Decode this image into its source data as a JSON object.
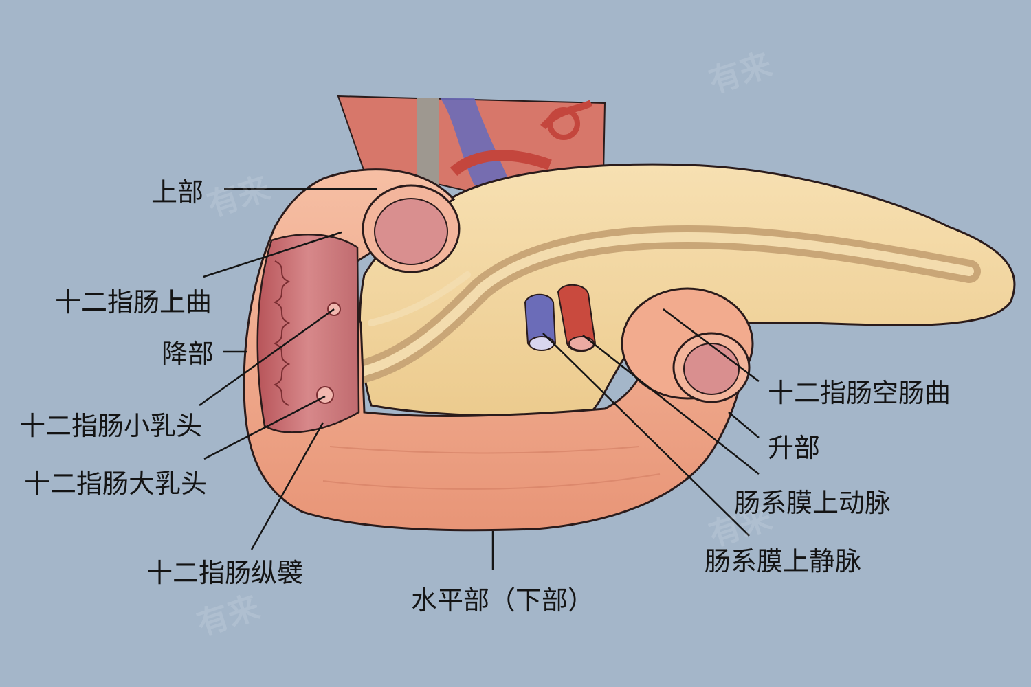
{
  "watermark": "有来",
  "labels": {
    "superior_part": "上部",
    "superior_flexure": "十二指肠上曲",
    "descending_part": "降部",
    "minor_papilla": "十二指肠小乳头",
    "major_papilla": "十二指肠大乳头",
    "longitudinal_fold": "十二指肠纵襞",
    "horizontal_part": "水平部（下部）",
    "duodenojejunal_flexure": "十二指肠空肠曲",
    "ascending_part": "升部",
    "sma": "肠系膜上动脉",
    "smv": "肠系膜上静脉"
  },
  "colors": {
    "background": "#a4b6c9",
    "duodenum": "#f2ab8e",
    "pancreas": "#f2d7a2",
    "artery": "#c94a3e",
    "vein": "#6b6cb8",
    "leader_line": "#151515"
  }
}
